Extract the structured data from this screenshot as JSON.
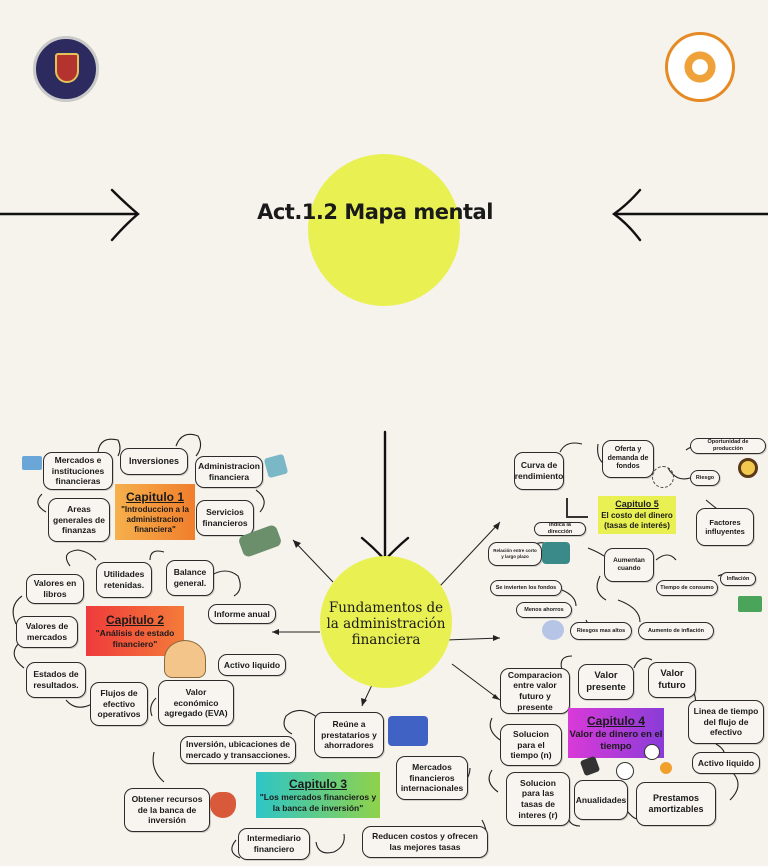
{
  "title": "Act.1.2 Mapa mental",
  "center": "Fundamentos de la administración financiera",
  "colors": {
    "yellow": "#e9f152",
    "bg": "#f6f2ec"
  },
  "chapter1": {
    "title": "Capitulo 1",
    "subtitle": "\"Introduccion a la administracion financiera\"",
    "nodes": [
      "Mercados e instituciones financieras",
      "Inversiones",
      "Administracion financiera",
      "Areas generales de finanzas",
      "Servicios financieros"
    ]
  },
  "chapter2": {
    "title": "Capitulo 2",
    "subtitle": "\"Análisis de estado financiero\"",
    "nodes": [
      "Utilidades retenidas.",
      "Balance general.",
      "Valores en libros",
      "Informe anual",
      "Valores de mercados",
      "Activo liquido",
      "Estados de resultados.",
      "Flujos de efectivo operativos",
      "Valor económico agregado (EVA)"
    ]
  },
  "chapter3": {
    "title": "Capitulo 3",
    "subtitle": "\"Los mercados financieros y la banca de inversión\"",
    "nodes": [
      "Reúne a prestatarios y ahorradores",
      "Inversión, ubicaciones de mercado y transacciones.",
      "Mercados financieros internacionales",
      "Obtener recursos de la banca de inversión",
      "Intermediario financiero",
      "Reducen costos y ofrecen las mejores tasas"
    ]
  },
  "chapter4": {
    "title": "Capitulo 4",
    "subtitle": "Valor de dinero en el tiempo",
    "nodes": [
      "Comparacion entre valor futuro y presente",
      "Valor presente",
      "Valor futuro",
      "Linea de tiempo del flujo de efectivo",
      "Solucion para el tiempo (n)",
      "Activo liquido",
      "Solucion para las tasas de interes (r)",
      "Anualidades",
      "Prestamos amortizables"
    ]
  },
  "chapter5": {
    "title": "Capitulo 5",
    "subtitle": "El costo del dinero (tasas de interés)",
    "nodes": [
      "Curva de rendimiento",
      "Oferta y demanda de fondos",
      "Oportunidad de producción",
      "Riesgo",
      "Indica la dirección",
      "Factores influyentes",
      "Relación entre corto y largo plazo",
      "Aumentan cuando",
      "Inflación",
      "Se invierten los fondos",
      "Tiempo de consumo",
      "Menos ahorros",
      "Riesgos mas altos",
      "Aumento de inflación"
    ]
  }
}
